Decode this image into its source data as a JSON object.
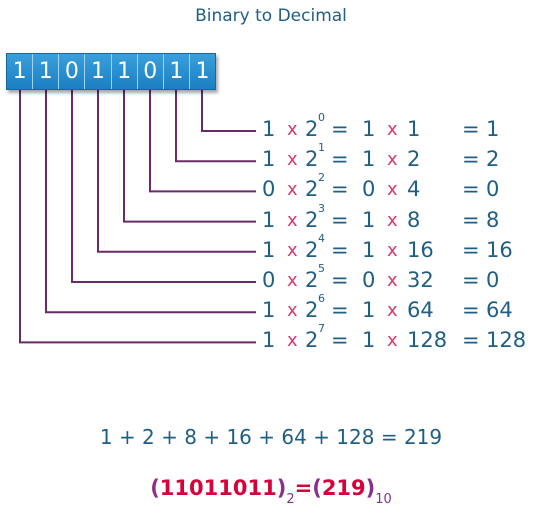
{
  "title": "Binary to Decimal",
  "bits": [
    "1",
    "1",
    "0",
    "1",
    "1",
    "0",
    "1",
    "1"
  ],
  "rows": [
    {
      "bit": "1",
      "times": "x",
      "base": "2",
      "power": "0",
      "eq": "=",
      "bit2": "1",
      "times2": "x",
      "value": "1",
      "eq2": "=",
      "result": "1"
    },
    {
      "bit": "1",
      "times": "x",
      "base": "2",
      "power": "1",
      "eq": "=",
      "bit2": "1",
      "times2": "x",
      "value": "2",
      "eq2": "=",
      "result": "2"
    },
    {
      "bit": "0",
      "times": "x",
      "base": "2",
      "power": "2",
      "eq": "=",
      "bit2": "0",
      "times2": "x",
      "value": "4",
      "eq2": "=",
      "result": "0"
    },
    {
      "bit": "1",
      "times": "x",
      "base": "2",
      "power": "3",
      "eq": "=",
      "bit2": "1",
      "times2": "x",
      "value": "8",
      "eq2": "=",
      "result": "8"
    },
    {
      "bit": "1",
      "times": "x",
      "base": "2",
      "power": "4",
      "eq": "=",
      "bit2": "1",
      "times2": "x",
      "value": "16",
      "eq2": "=",
      "result": "16"
    },
    {
      "bit": "0",
      "times": "x",
      "base": "2",
      "power": "5",
      "eq": "=",
      "bit2": "0",
      "times2": "x",
      "value": "32",
      "eq2": "=",
      "result": "0"
    },
    {
      "bit": "1",
      "times": "x",
      "base": "2",
      "power": "6",
      "eq": "=",
      "bit2": "1",
      "times2": "x",
      "value": "64",
      "eq2": "=",
      "result": "64"
    },
    {
      "bit": "1",
      "times": "x",
      "base": "2",
      "power": "7",
      "eq": "=",
      "bit2": "1",
      "times2": "x",
      "value": "128",
      "eq2": "=",
      "result": "128"
    }
  ],
  "sum": "1 + 2 + 8 + 16 + 64 + 128 = 219",
  "result": {
    "open1": "(",
    "binary": "11011011",
    "close1": ")",
    "base1": "2",
    "equals": "=",
    "open2": "(",
    "decimal": "219",
    "close2": ")",
    "base2": "10"
  },
  "colors": {
    "wire": "#6a2a6a",
    "text": "#1f5f85",
    "times": "#d83a6a",
    "bits_bg": "#2b8fd0",
    "result_red": "#d6003a",
    "result_purple": "#8a2f8a"
  }
}
